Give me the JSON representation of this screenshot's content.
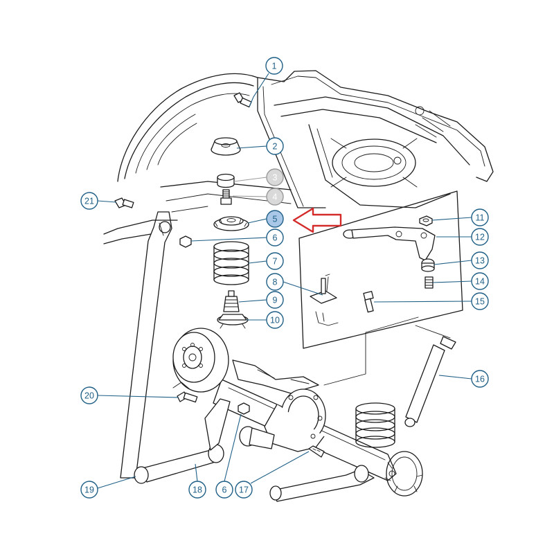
{
  "colors": {
    "line": "#1a1a1a",
    "callout": "#1f5f86",
    "callout_muted": "#9a9a9a",
    "callout_muted_fill": "#d9d9d9",
    "callout_highlight_fill": "#a9c8e8",
    "arrow": "#d42a2a"
  },
  "callouts": [
    {
      "id": "1",
      "label": "1",
      "style": "normal"
    },
    {
      "id": "2",
      "label": "2",
      "style": "normal"
    },
    {
      "id": "3",
      "label": "3",
      "style": "muted"
    },
    {
      "id": "4",
      "label": "4",
      "style": "muted"
    },
    {
      "id": "5",
      "label": "5",
      "style": "highlight"
    },
    {
      "id": "6a",
      "label": "6",
      "style": "normal"
    },
    {
      "id": "7",
      "label": "7",
      "style": "normal"
    },
    {
      "id": "8",
      "label": "8",
      "style": "normal"
    },
    {
      "id": "9",
      "label": "9",
      "style": "normal"
    },
    {
      "id": "10",
      "label": "10",
      "style": "normal"
    },
    {
      "id": "11",
      "label": "11",
      "style": "normal"
    },
    {
      "id": "12",
      "label": "12",
      "style": "normal"
    },
    {
      "id": "13",
      "label": "13",
      "style": "normal"
    },
    {
      "id": "14",
      "label": "14",
      "style": "normal"
    },
    {
      "id": "15",
      "label": "15",
      "style": "normal"
    },
    {
      "id": "16",
      "label": "16",
      "style": "normal"
    },
    {
      "id": "17",
      "label": "17",
      "style": "normal"
    },
    {
      "id": "18",
      "label": "18",
      "style": "normal"
    },
    {
      "id": "6b",
      "label": "6",
      "style": "normal"
    },
    {
      "id": "19",
      "label": "19",
      "style": "normal"
    },
    {
      "id": "20",
      "label": "20",
      "style": "normal"
    },
    {
      "id": "21",
      "label": "21",
      "style": "normal"
    }
  ]
}
